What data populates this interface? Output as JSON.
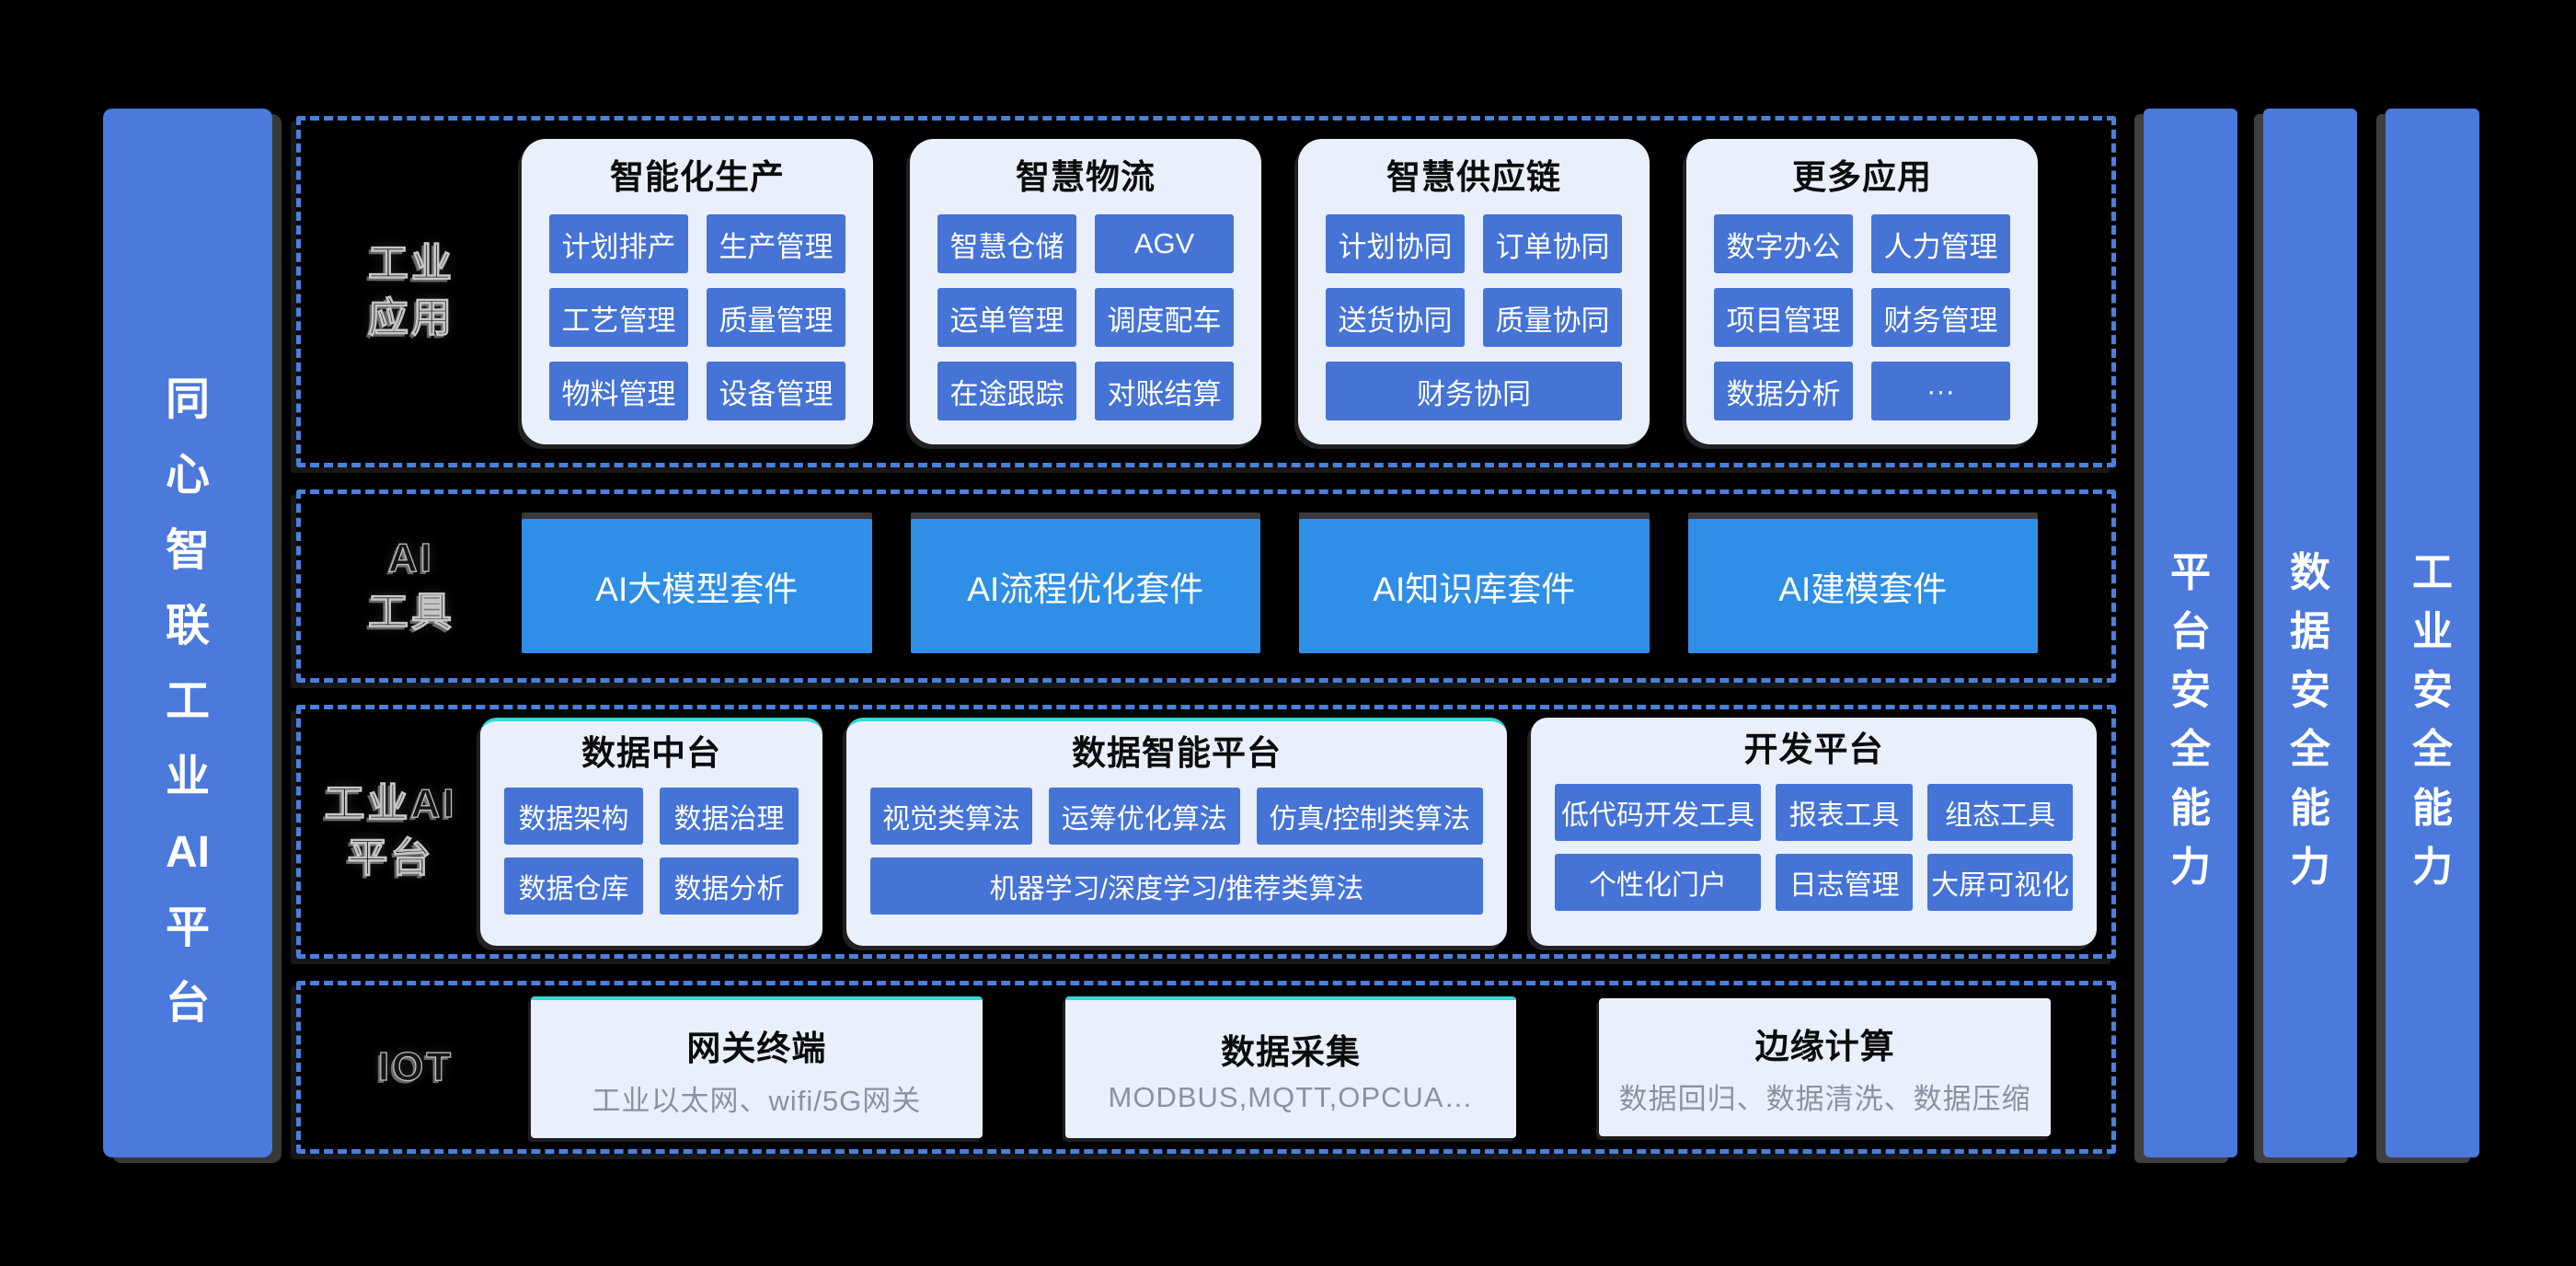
{
  "colors": {
    "background": "#000000",
    "side_bar_blue": "#4b79dc",
    "chip_blue": "#4573d6",
    "ai_button_blue": "#2f8ee6",
    "card_background": "#e9effb",
    "dashed_border_blue": "#4a80dd",
    "subtitle_gray": "#8b929f"
  },
  "left_bar": {
    "title": "同心智联工业AI平台",
    "segments": [
      "同",
      "心",
      "智",
      "联",
      "工",
      "业",
      "AI",
      "平",
      "台"
    ]
  },
  "right_bars": [
    {
      "title": "平台安全能力",
      "segments": [
        "平",
        "台",
        "安",
        "全",
        "能",
        "力"
      ]
    },
    {
      "title": "数据安全能力",
      "segments": [
        "数",
        "据",
        "安",
        "全",
        "能",
        "力"
      ]
    },
    {
      "title": "工业安全能力",
      "segments": [
        "工",
        "业",
        "安",
        "全",
        "能",
        "力"
      ]
    }
  ],
  "rows": {
    "industrial_apps": {
      "label": "工业应用",
      "label_lines": [
        "工业",
        "应用"
      ],
      "cards": [
        {
          "title": "智能化生产",
          "buttons": [
            "计划排产",
            "生产管理",
            "工艺管理",
            "质量管理",
            "物料管理",
            "设备管理"
          ]
        },
        {
          "title": "智慧物流",
          "buttons": [
            "智慧仓储",
            "AGV",
            "运单管理",
            "调度配车",
            "在途跟踪",
            "对账结算"
          ]
        },
        {
          "title": "智慧供应链",
          "buttons": [
            "计划协同",
            "订单协同",
            "送货协同",
            "质量协同"
          ],
          "full_button": "财务协同"
        },
        {
          "title": "更多应用",
          "buttons": [
            "数字办公",
            "人力管理",
            "项目管理",
            "财务管理",
            "数据分析",
            "···"
          ]
        }
      ]
    },
    "ai_tools": {
      "label": "AI工具",
      "label_lines": [
        "AI",
        "工具"
      ],
      "buttons": [
        "AI大模型套件",
        "AI流程优化套件",
        "AI知识库套件",
        "AI建模套件"
      ]
    },
    "industrial_ai_platform": {
      "label": "工业AI平台",
      "label_lines": [
        "工业AI",
        "平台"
      ],
      "cards": [
        {
          "title": "数据中台",
          "buttons": [
            "数据架构",
            "数据治理",
            "数据仓库",
            "数据分析"
          ]
        },
        {
          "title": "数据智能平台",
          "buttons": [
            "视觉类算法",
            "运筹优化算法",
            "仿真/控制类算法"
          ],
          "full_button": "机器学习/深度学习/推荐类算法"
        },
        {
          "title": "开发平台",
          "buttons": [
            "低代码开发工具",
            "报表工具",
            "组态工具",
            "个性化门户",
            "日志管理",
            "大屏可视化"
          ]
        }
      ]
    },
    "iot": {
      "label": "IOT",
      "label_lines": [
        "IOT"
      ],
      "cards": [
        {
          "title": "网关终端",
          "subtitle": "工业以太网、wifi/5G网关"
        },
        {
          "title": "数据采集",
          "subtitle": "MODBUS,MQTT,OPCUA…"
        },
        {
          "title": "边缘计算",
          "subtitle": "数据回归、数据清洗、数据压缩"
        }
      ]
    }
  }
}
